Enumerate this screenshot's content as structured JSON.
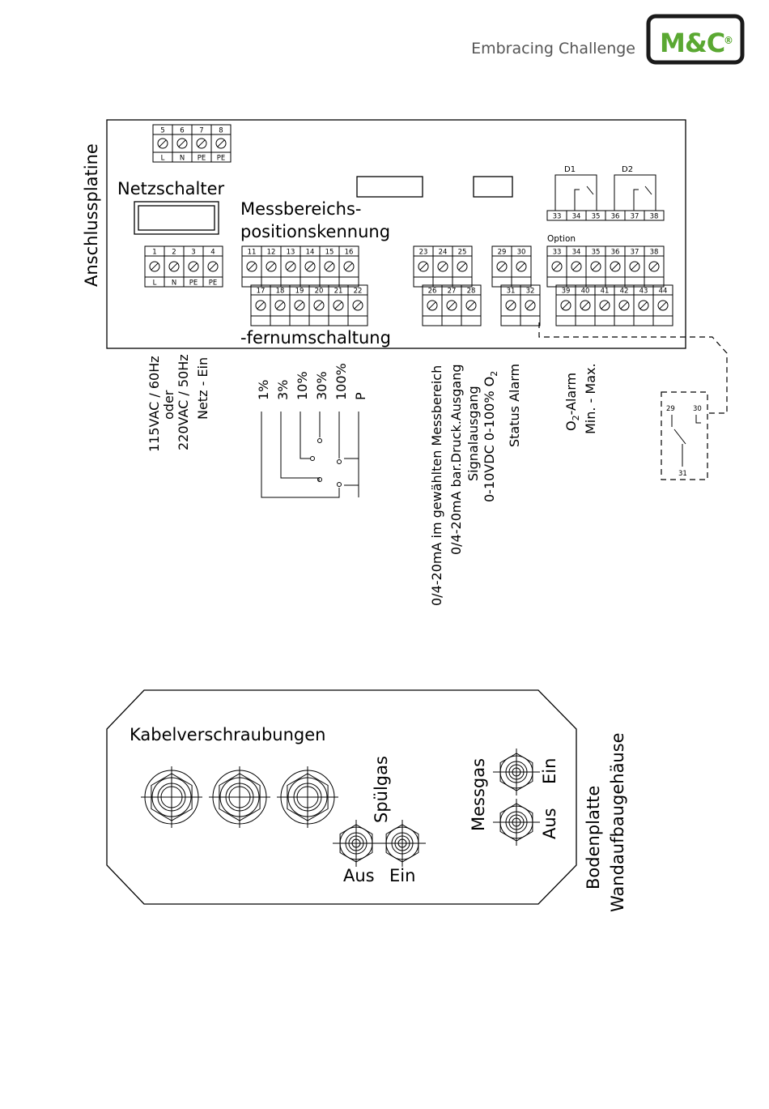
{
  "header": {
    "tagline": "Embracing Challenge",
    "logo_text": "M&C",
    "logo_mark": "®",
    "logo_color": "#5aa832"
  },
  "board": {
    "side_title": "Anschlussplatine",
    "netzschalter": "Netzschalter",
    "messbereichs_line1": "Messbereichs-",
    "messbereichs_line2": "positionskennung",
    "fernumschaltung": "-fernumschaltung",
    "relay_d1": "D1",
    "relay_d2": "D2",
    "option": "Option",
    "terminals": {
      "t5_8": [
        "5",
        "6",
        "7",
        "8"
      ],
      "t5_8_sub": [
        "L",
        "N",
        "PE",
        "PE"
      ],
      "t1_4": [
        "1",
        "2",
        "3",
        "4"
      ],
      "t1_4_sub": [
        "L",
        "N",
        "PE",
        "PE"
      ],
      "t11_16": [
        "11",
        "12",
        "13",
        "14",
        "15",
        "16"
      ],
      "t17_22": [
        "17",
        "18",
        "19",
        "20",
        "21",
        "22"
      ],
      "t23_25": [
        "23",
        "24",
        "25"
      ],
      "t26_28": [
        "26",
        "27",
        "28"
      ],
      "t29_30": [
        "29",
        "30"
      ],
      "t31_32": [
        "31",
        "32"
      ],
      "t33_38_top": [
        "33",
        "34",
        "35",
        "36",
        "37",
        "38"
      ],
      "t33_38": [
        "33",
        "34",
        "35",
        "36",
        "37",
        "38"
      ],
      "t39_44": [
        "39",
        "40",
        "41",
        "42",
        "43",
        "44"
      ]
    }
  },
  "labels": {
    "power_1": "115VAC / 60Hz",
    "power_2": "oder",
    "power_3": "220VAC / 50Hz",
    "power_4": "Netz - Ein",
    "range_1": "1%",
    "range_2": "3%",
    "range_3": "10%",
    "range_4": "30%",
    "range_5": "100%",
    "range_6": "P",
    "analog_1": "0/4-20mA im gewählten Messbereich",
    "analog_2": "0/4-20mA bar.Druck.Ausgang",
    "signal_1": "Signalausgang",
    "signal_2": "0-10VDC",
    "signal_3": "0-100% O",
    "signal_3_sub": "2",
    "status": "Status Alarm",
    "o2_alarm": "O",
    "o2_alarm_sub": "2",
    "o2_alarm_rest": "-Alarm",
    "o2_minmax": "Min. - Max.",
    "status_relay": [
      "29",
      "30",
      "31"
    ]
  },
  "bottom": {
    "kabel": "Kabelverschraubungen",
    "spuelgas": "Spülgas",
    "aus": "Aus",
    "ein": "Ein",
    "messgas": "Messgas",
    "messgas_ein": "Ein",
    "messgas_aus": "Aus",
    "bodenplatte": "Bodenplatte",
    "wandaufbau": "Wandaufbaugehäuse"
  }
}
